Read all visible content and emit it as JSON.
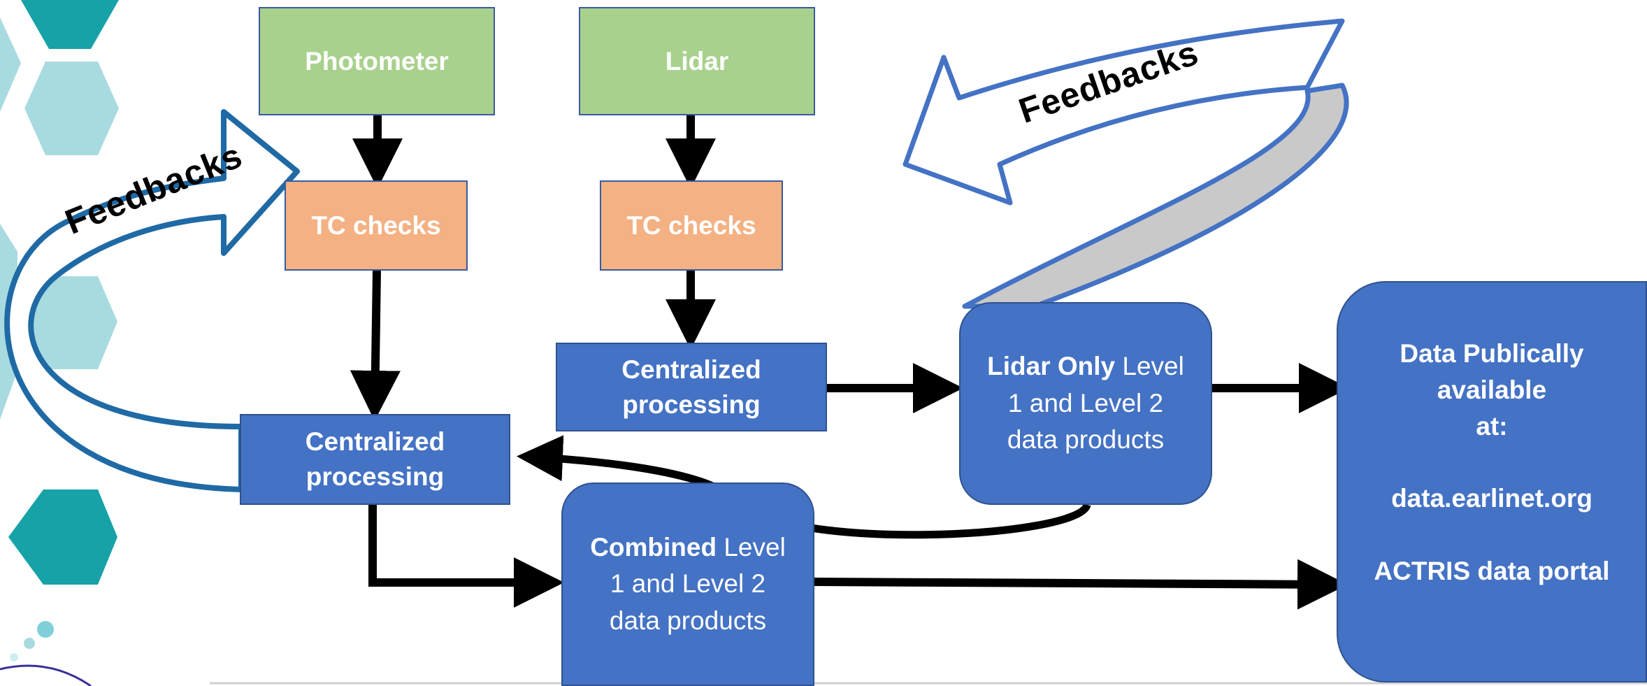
{
  "nodes": {
    "photometer": "Photometer",
    "lidar": "Lidar",
    "tc_checks_photometer": "TC checks",
    "tc_checks_lidar": "TC checks",
    "centralized_processing_lidar": [
      "Centralized",
      "processing"
    ],
    "centralized_processing_combined": [
      "Centralized",
      "processing"
    ],
    "lidar_only": {
      "bold": "Lidar Only",
      "rest": " Level",
      "line2": "1 and Level 2",
      "line3": "data products"
    },
    "combined": {
      "bold": "Combined",
      "rest": " Level",
      "line2": "1 and Level 2",
      "line3": "data products"
    },
    "portal": [
      "Data Publically",
      "available",
      "at:",
      "",
      "data.earlinet.org",
      "",
      "ACTRIS data portal"
    ]
  },
  "feedbacks": {
    "left": "Feedbacks",
    "right": "Feedbacks"
  },
  "colors": {
    "green": "#a9d18e",
    "orange": "#f4b183",
    "blue": "#4472c4",
    "teal": "#17a2a8",
    "light_teal": "#a8dbe0",
    "feedback_outline": "#4472c4",
    "feedback_outline_left": "#1f6aa5",
    "ribbon_fill": "#c9c9c9"
  }
}
